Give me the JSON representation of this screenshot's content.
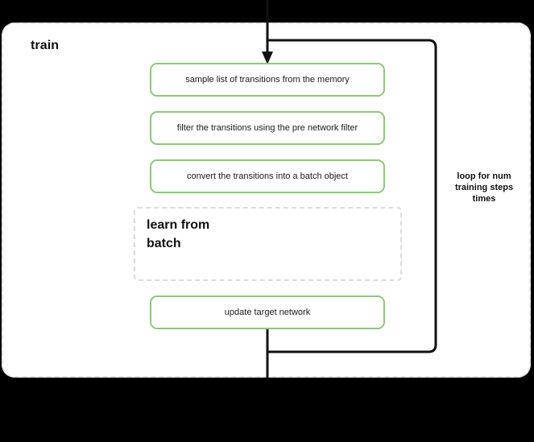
{
  "diagram": {
    "title": "train",
    "container_label": "train",
    "background_color": "#000000",
    "panel_color": "#ffffff",
    "accent_color": "#8cc878",
    "dashed_border_color": "#e3e3e3",
    "connector_color": "#111111"
  },
  "steps": [
    {
      "id": "sample",
      "label": "sample list of transitions from the memory"
    },
    {
      "id": "filter",
      "label": "filter the transitions using the pre network filter"
    },
    {
      "id": "convert",
      "label": "convert the transitions into a batch object"
    },
    {
      "id": "update",
      "label": "update target network"
    }
  ],
  "subgraph": {
    "id": "learn-from-batch",
    "label": "learn from\nbatch",
    "label_line1": "learn from",
    "label_line2": "batch"
  },
  "loop": {
    "label": "loop for num\ntraining steps\ntimes",
    "line1": "loop for num",
    "line2": "training steps",
    "line3": "times"
  },
  "icons": {
    "arrow_down": "arrow-down-icon",
    "loop_path": "loop-connector-icon"
  }
}
